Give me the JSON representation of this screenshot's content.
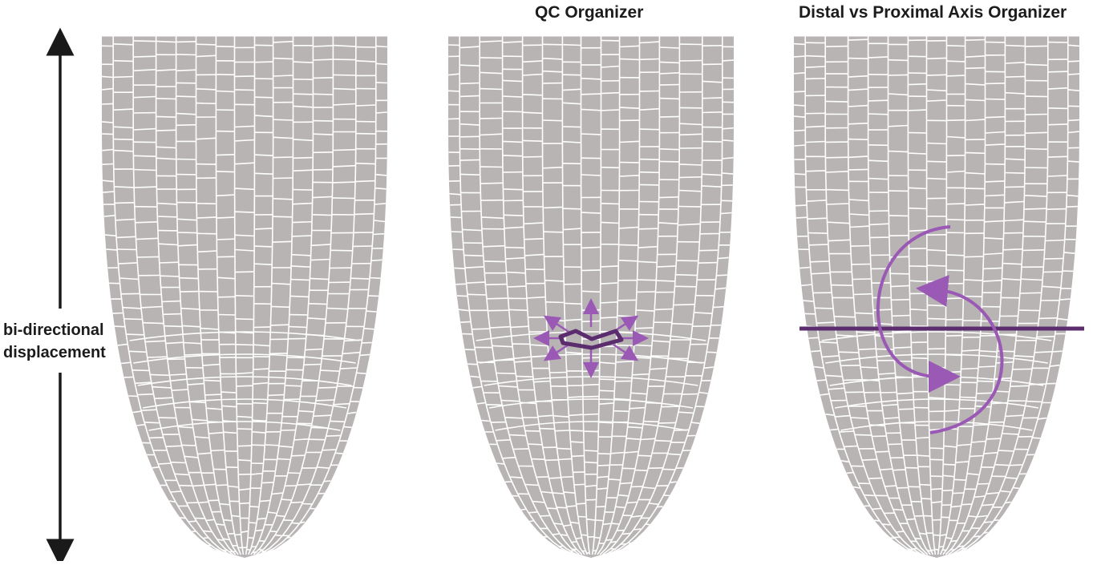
{
  "panels": [
    {
      "id": "root-left",
      "title": ""
    },
    {
      "id": "root-middle",
      "title": "QC Organizer"
    },
    {
      "id": "root-right",
      "title": "Distal vs Proximal Axis Organizer"
    }
  ],
  "side_label": {
    "line1": "bi-directional",
    "line2": "displacement"
  },
  "colors": {
    "tissue": "#b8b4b4",
    "cell_wall": "#ffffff",
    "accent": "#9b59b6",
    "accent_dark": "#5b2d6e",
    "arrow": "#1a1a1a"
  },
  "icons": {
    "vertical_arrow": "double-headed-arrow",
    "qc_arrows": "radial-arrows",
    "axis_arrows": "curved-arrows"
  }
}
